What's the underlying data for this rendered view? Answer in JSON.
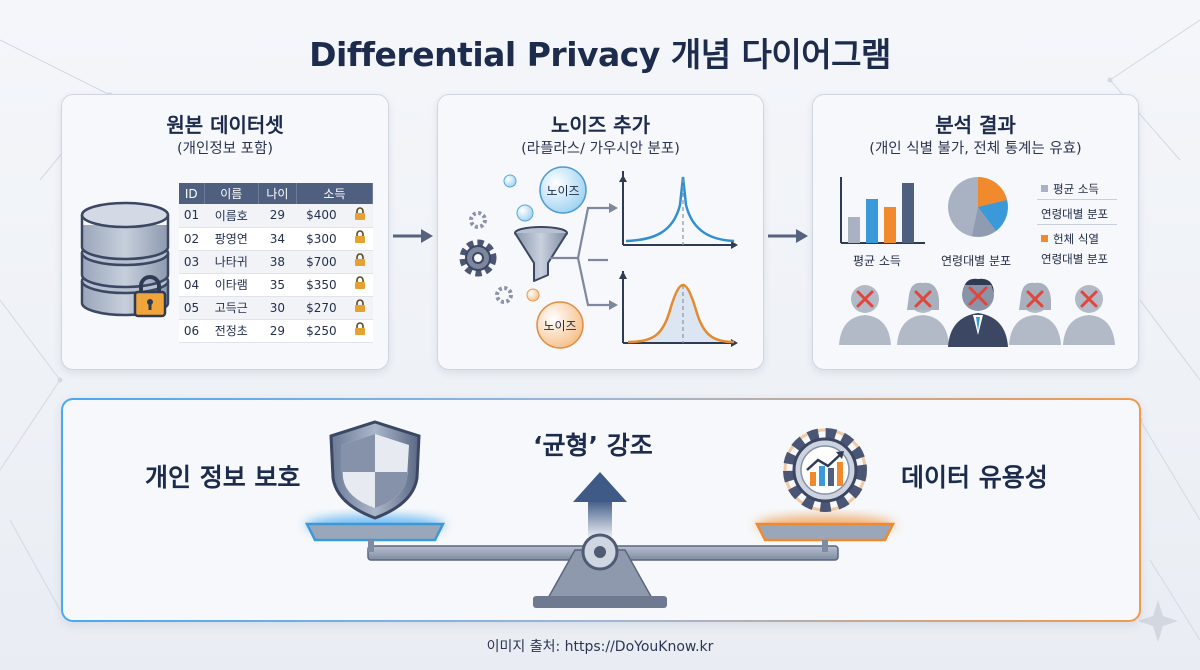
{
  "title": "Differential Privacy 개념 다이어그램",
  "panels": {
    "original": {
      "title": "원본 데이터셋",
      "subtitle": "(개인정보 포함)",
      "table": {
        "headers": [
          "ID",
          "이름",
          "나이",
          "소득"
        ],
        "rows": [
          [
            "01",
            "이름호",
            "29",
            "$400"
          ],
          [
            "02",
            "팡영연",
            "34",
            "$300"
          ],
          [
            "03",
            "나타귀",
            "38",
            "$700"
          ],
          [
            "04",
            "이타램",
            "35",
            "$350"
          ],
          [
            "05",
            "고득근",
            "30",
            "$270"
          ],
          [
            "06",
            "전정초",
            "29",
            "$250"
          ]
        ]
      }
    },
    "noise": {
      "title": "노이즈 추가",
      "subtitle": "(라플라스/ 가우시안 분포)",
      "bubble_top": "노이즈",
      "bubble_bottom": "노이즈"
    },
    "result": {
      "title": "분석 결과",
      "subtitle": "(개인 식별 불가, 전체 통계는 유효)",
      "bar_label": "평균 소득",
      "pie_label": "연령대별 분포",
      "legend": [
        "평균 소득",
        "연령대별 분포",
        "헌체 식열",
        "연령대별 분포"
      ]
    }
  },
  "balance": {
    "left_label": "개인 정보 보호",
    "center_label": "‘균형’ 강조",
    "right_label": "데이터 유용성"
  },
  "footer": "이미지 출처: https://DoYouKnow.kr",
  "colors": {
    "navy": "#1d2b4c",
    "blue": "#3a9ad9",
    "orange": "#f08a2c",
    "gray": "#9aa3b2"
  }
}
